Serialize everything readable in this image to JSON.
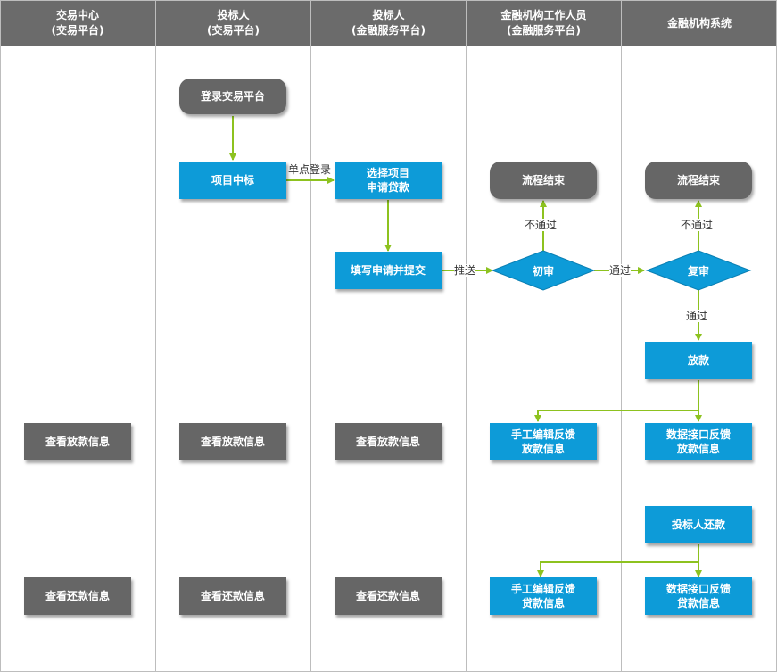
{
  "lanes": [
    {
      "line1": "交易中心",
      "line2": "(交易平台)"
    },
    {
      "line1": "投标人",
      "line2": "(交易平台)"
    },
    {
      "line1": "投标人",
      "line2": "(金融服务平台)"
    },
    {
      "line1": "金融机构工作人员",
      "line2": "(金融服务平台)"
    },
    {
      "line1": "金融机构系统",
      "line2": ""
    }
  ],
  "nodes": {
    "login": "登录交易平台",
    "win_bid": "项目中标",
    "select_project_line1": "选择项目",
    "select_project_line2": "申请贷款",
    "fill_submit": "填写申请并提交",
    "end1": "流程结束",
    "end2": "流程结束",
    "first_review": "初审",
    "second_review": "复审",
    "loan_release": "放款",
    "manual_feedback_release_line1": "手工编辑反馈",
    "manual_feedback_release_line2": "放款信息",
    "api_feedback_release_line1": "数据接口反馈",
    "api_feedback_release_line2": "放款信息",
    "bidder_repay": "投标人还款",
    "manual_feedback_loan_line1": "手工编辑反馈",
    "manual_feedback_loan_line2": "贷款信息",
    "api_feedback_loan_line1": "数据接口反馈",
    "api_feedback_loan_line2": "贷款信息",
    "view_release_1": "查看放款信息",
    "view_release_2": "查看放款信息",
    "view_release_3": "查看放款信息",
    "view_repay_1": "查看还款信息",
    "view_repay_2": "查看还款信息",
    "view_repay_3": "查看还款信息"
  },
  "edges": {
    "sso_login": "单点登录",
    "push": "推送",
    "pass_1": "通过",
    "not_pass_1": "不通过",
    "not_pass_2": "不通过",
    "pass_2": "通过"
  },
  "colors": {
    "header": "#6b6b6b",
    "process": "#0d9bd8",
    "terminal": "#666666",
    "arrow": "#8dc21f"
  }
}
